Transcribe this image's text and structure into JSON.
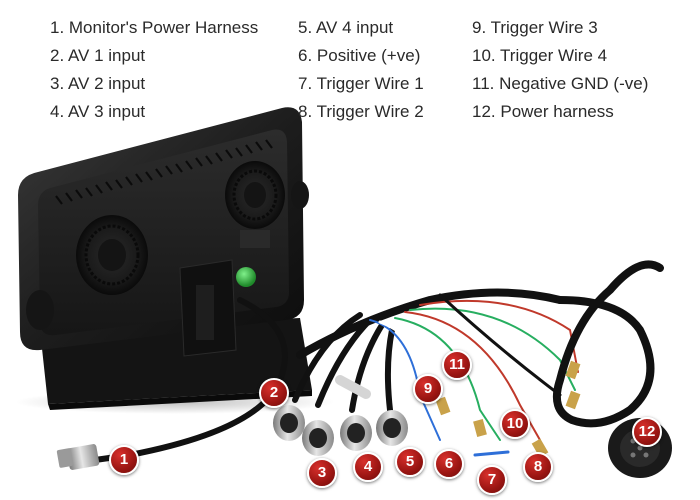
{
  "legend": {
    "col1": [
      "1. Monitor's Power Harness",
      "2. AV 1 input",
      "3. AV 2 input",
      "4. AV 3 input"
    ],
    "col2": [
      "5. AV 4 input",
      "6. Positive (+ve)",
      "7. Trigger Wire 1",
      "8. Trigger Wire 2"
    ],
    "col3": [
      "9.   Trigger Wire 3",
      "10.   Trigger Wire 4",
      "11. Negative GND (-ve)",
      "12. Power harness"
    ]
  },
  "badges": [
    "1",
    "2",
    "3",
    "4",
    "5",
    "6",
    "7",
    "8",
    "9",
    "10",
    "11",
    "12"
  ],
  "colors": {
    "badge": "#b01e1a",
    "monitor": "#1c1c1c",
    "cable": "#111111",
    "connector": "#b8b8b8",
    "power_led": "#3fc24a",
    "wire_red": "#c0392b",
    "wire_green": "#27ae60",
    "wire_blue": "#2e6fd8",
    "terminal_brass": "#c9a24a"
  }
}
